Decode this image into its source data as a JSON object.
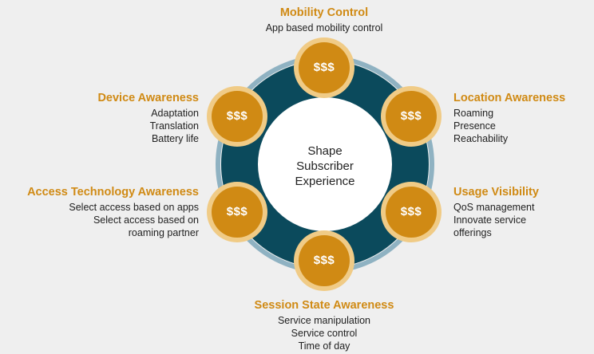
{
  "center": {
    "lines": [
      "Shape",
      "Subscriber",
      "Experience"
    ]
  },
  "node_symbol": "$$$",
  "colors": {
    "ring": "#0b4a5c",
    "ring_outline": "#8fb2c2",
    "inner": "#ffffff",
    "node_fill": "#d08a14",
    "node_border": "#f0cb86",
    "title": "#d08a14",
    "text": "#222222"
  },
  "nodes": [
    {
      "id": "mobility-control",
      "title": "Mobility Control",
      "items": [
        "App based mobility control"
      ]
    },
    {
      "id": "location-awareness",
      "title": "Location Awareness",
      "items": [
        "Roaming",
        "Presence",
        "Reachability"
      ]
    },
    {
      "id": "usage-visibility",
      "title": "Usage Visibility",
      "items": [
        "QoS management",
        "Innovate service",
        "offerings"
      ]
    },
    {
      "id": "session-state-awareness",
      "title": "Session State Awareness",
      "items": [
        "Service manipulation",
        "Service control",
        "Time of day"
      ]
    },
    {
      "id": "access-technology-awareness",
      "title": "Access Technology Awareness",
      "items": [
        "Select access based on apps",
        "Select access based on",
        "roaming partner"
      ]
    },
    {
      "id": "device-awareness",
      "title": "Device Awareness",
      "items": [
        "Adaptation",
        "Translation",
        "Battery life"
      ]
    }
  ]
}
